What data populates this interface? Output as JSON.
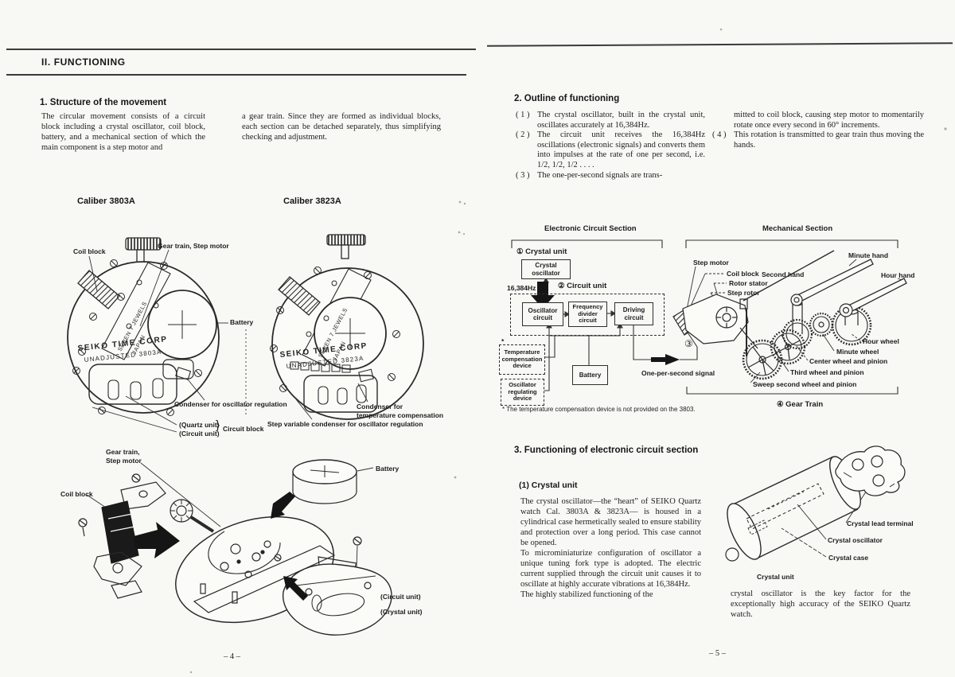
{
  "doc": {
    "header": "II.  FUNCTIONING",
    "page_left_num": "– 4 –",
    "page_right_num": "– 5 –"
  },
  "left": {
    "s1_title": "1.  Structure of the movement",
    "s1_col1": "The circular movement consists of a circuit block including a crystal oscillator, coil block, battery, and a mechanical section of which the main component is a step motor and",
    "s1_col2": "a gear train. Since they are formed as individual blocks, each section can be detached separately, thus simplifying checking and adjustment.",
    "caliber1": "Caliber 3803A",
    "caliber2": "Caliber 3823A",
    "w1": {
      "coil_block": "Coil block",
      "gear_train": "Gear train, Step motor",
      "battery": "Battery",
      "condenser": "Condenser for oscillator regulation",
      "quartz_unit": "(Quartz unit)",
      "circuit_unit": "(Circuit unit)",
      "brace": "}",
      "circuit_block": "Circuit block",
      "engrave_jewels": "SEVEN 7 JEWELS",
      "engrave_japan": "JAPAN",
      "engrave_seiko": "SEIKO TIME CORP",
      "engrave_unadjusted": "UNADJUSTED 3803A"
    },
    "w2": {
      "condenser_temp": "Condenser for\ntemperature compensation",
      "step_variable": "Step variable condenser for oscillator regulation",
      "engrave_jewels": "SEVEN 7 JEWELS",
      "engrave_japan": "JAPAN",
      "engrave_seiko": "SEIKO TIME CORP",
      "engrave_unadjusted": "UNADJUSTED 3823A"
    },
    "exploded": {
      "gear_train": "Gear train,\nStep motor",
      "coil_block": "Coil block",
      "battery": "Battery",
      "circuit_unit": "(Circuit unit)",
      "crystal_unit": "(Crystal unit)"
    }
  },
  "right": {
    "s2_title": "2.  Outline of functioning",
    "items": [
      {
        "num": "( 1 )",
        "text": "The crystal oscillator, built in the crystal unit, oscillates accurately at 16,384Hz."
      },
      {
        "num": "( 2 )",
        "text": "The circuit unit receives the 16,384Hz oscillations (electronic signals) and converts them into impulses at the rate of one per second, i.e. 1/2, 1/2, 1/2 . . . ."
      },
      {
        "num": "( 3 )",
        "text": "The one-per-second signals are trans-"
      },
      {
        "num": "",
        "text": "mitted to coil block, causing step motor to momentarily rotate once every second in 60° increments."
      },
      {
        "num": "( 4 )",
        "text": "This rotation is transmitted to gear train thus moving the hands."
      }
    ],
    "diagram": {
      "elec_title": "Electronic Circuit Section",
      "mech_title": "Mechanical Section",
      "crystal_unit": "① Crystal unit",
      "crystal_osc": "Crystal\noscillator",
      "freq": "16,384Hz",
      "circuit_unit": "② Circuit unit",
      "osc_circuit": "Oscillator\ncircuit",
      "divider": "Frequency\ndivider\ncircuit",
      "driving": "Driving\ncircuit",
      "asterisk": "*",
      "temp_device": "Temperature\ncompensation\ndevice",
      "regulating": "Oscillator\nregulating\ndevice",
      "battery": "Battery",
      "signal": "One-per-second  signal",
      "step3": "③",
      "footnote": "* The temperature compensation device is not provided on the 3803.",
      "step_motor": "Step motor",
      "coil_block": "Coil block",
      "rotor_stator": "Rotor stator",
      "step_rotor": "Step rotor",
      "second_hand": "Second hand",
      "minute_hand": "Minute hand",
      "hour_hand": "Hour hand",
      "hour_wheel": "Hour wheel",
      "minute_wheel": "Minute wheel",
      "center_wheel": "Center wheel and pinion",
      "third_wheel": "Third wheel and pinion",
      "sweep_wheel": "Sweep second wheel and pinion",
      "gear_train": "④ Gear Train"
    },
    "s3_title": "3.  Functioning of electronic circuit section",
    "s3_sub": "(1)  Crystal unit",
    "s3_p1": "The crystal oscillator—the “heart” of SEIKO Quartz watch Cal. 3803A & 3823A— is housed in a cylindrical case hermetically sealed to ensure stability and protection over a long period. This case cannot be opened.",
    "s3_p2": "To microminiaturize configuration of oscillator a unique tuning fork type is adopted. The electric current supplied through the circuit unit causes it to oscillate at highly accurate vibrations at 16,384Hz.",
    "s3_p3": "The highly stabilized functioning of the",
    "s3_col2": "crystal oscillator is the key factor for the exceptionally high accuracy of the SEIKO Quartz watch.",
    "crystal": {
      "lead_terminal": "Crystal lead terminal",
      "oscillator": "Crystal oscillator",
      "case": "Crystal case",
      "caption": "Crystal unit"
    }
  }
}
